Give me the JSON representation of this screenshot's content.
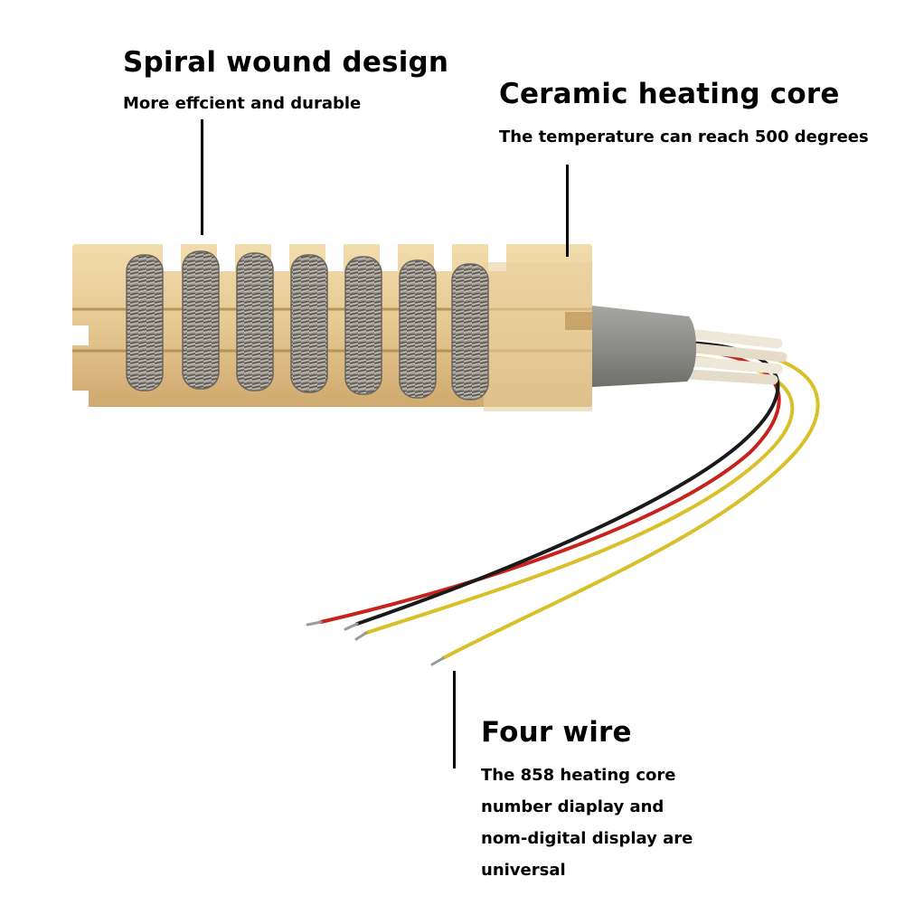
{
  "callouts": {
    "spiral": {
      "title": "Spiral wound design",
      "subtitle": "More effcient and durable"
    },
    "ceramic": {
      "title": "Ceramic heating core",
      "subtitle": "The temperature can reach 500 degrees"
    },
    "wire": {
      "title": "Four wire",
      "lines": [
        "The 858 heating core",
        "number diaplay and",
        "nom-digital display are",
        "universal"
      ]
    }
  },
  "colors": {
    "ceramic": "#e6c892",
    "ceramic_shadow": "#c9a56a",
    "coil": "#8a8680",
    "sleeve": "#8c8c88",
    "wire_red": "#c8221c",
    "wire_black": "#1a1a1a",
    "wire_yellow": "#d9c028",
    "insulation": "#eee8d8"
  }
}
